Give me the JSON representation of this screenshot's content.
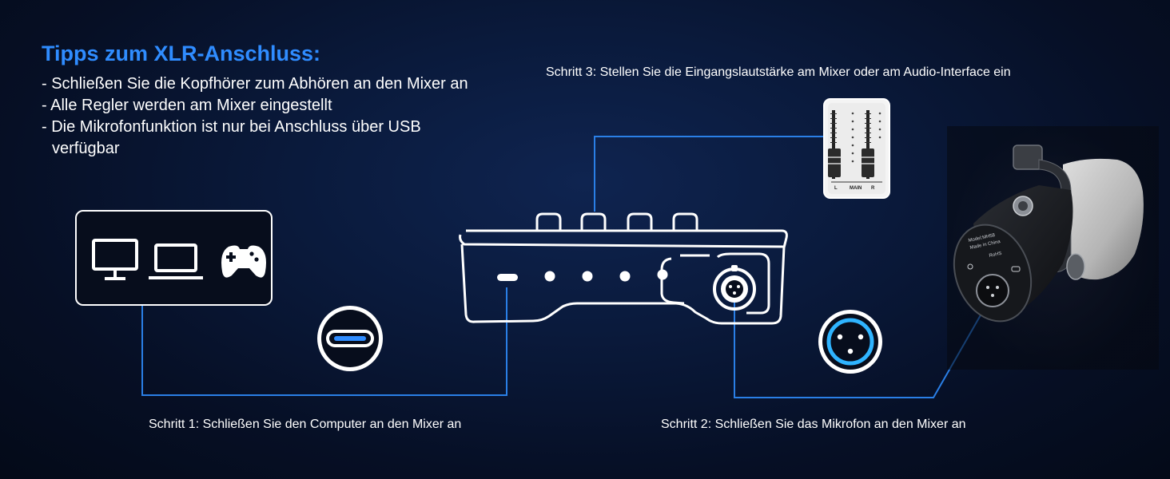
{
  "tips": {
    "title": "Tipps zum XLR-Anschluss:",
    "items": [
      "Schließen Sie die Kopfhörer zum Abhören an den Mixer an",
      "Alle Regler werden am Mixer eingestellt",
      "Die Mikrofonfunktion ist nur bei Anschluss über USB verfügbar"
    ]
  },
  "steps": {
    "step1": "Schritt 1: Schließen Sie den Computer an den Mixer an",
    "step2": "Schritt 2: Schließen Sie das Mikrofon an den Mixer an",
    "step3": "Schritt 3: Stellen Sie die Eingangslautstärke am Mixer oder am Audio-Interface ein"
  },
  "mixer_panel": {
    "left_label": "L",
    "center_label": "MAIN",
    "right_label": "R"
  },
  "microphone": {
    "label_model": "Model:MH58",
    "label_origin": "Made in China",
    "label_rohs": "RoHS"
  },
  "icons": [
    "monitor-icon",
    "laptop-icon",
    "gamepad-icon",
    "usb-c-icon",
    "xlr-icon"
  ],
  "colors": {
    "accent": "#2f8cff",
    "line": "#2a7fe6",
    "background": "#07122c"
  }
}
